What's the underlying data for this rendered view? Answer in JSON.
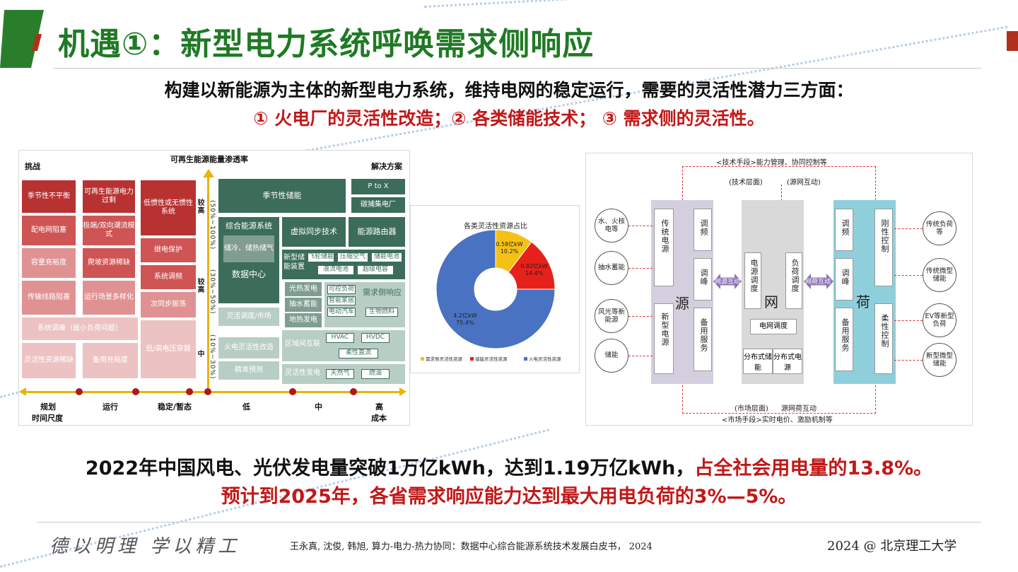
{
  "header": {
    "title": "机遇①：新型电力系统呼唤需求侧响应"
  },
  "intro": {
    "line1": "构建以新能源为主体的新型电力系统，维持电网的稳定运行，需要的灵活性潜力三方面：",
    "line2": "① 火电厂的灵活性改造；② 各类储能技术；  ③ 需求侧的灵活性。"
  },
  "left_figure": {
    "title": "可再生能源能量渗透率",
    "challenges_label": "挑战",
    "solutions_label": "解决方案",
    "tiers": {
      "high": "较高",
      "high_range": "(50%~100%)",
      "mid": "较高",
      "mid_range": "(30%~50%)",
      "low": "中",
      "low_range": "(10%~30%)"
    },
    "col1": [
      "季节性不平衡",
      "配电网阻塞",
      "容量充裕度",
      "传输线路阻塞"
    ],
    "col2": [
      "可再生能源电力过剩",
      "极端/双向潮流模式",
      "爬坡资源稀缺",
      "运行场景多样化"
    ],
    "col3": [
      "低惯性或无惯性系统",
      "继电保护",
      "系统调频",
      "次同步振荡"
    ],
    "wide1": "系统调峰（最小负荷问题）",
    "wide2": "低/高电压穿越",
    "col1b": "灵活性资源稀缺",
    "col2b": "备用充裕度",
    "sol": {
      "seasonal": "季节性储能",
      "ptox": "P to X",
      "carbon": "碳捕集电厂",
      "ies": "综合能源系统",
      "ies_sub": "储冷、储热储气",
      "dc": "数据中心",
      "vsync": "虚拟同步技术",
      "router": "能源路由器",
      "newstorage": "新型储能装置",
      "ns_items": [
        "飞轮储能",
        "压缩空气",
        "储能电池",
        "液流电池",
        "超级电容"
      ],
      "pv": "光热发电",
      "hydro": "抽水蓄能",
      "geo": "地热发电",
      "dr_items": [
        "可控负荷",
        "智能家居",
        "电动汽车",
        "生物燃料"
      ],
      "dr": "需求侧响应",
      "flexdispatch": "灵活调度/市场",
      "hvac": "HVAC",
      "hvdc": "HVDC",
      "fleximprove": "火电灵活性改造",
      "regional": "区域间互联",
      "controllable": "柔性直流",
      "forecast": "精准预测",
      "flexgen": "灵活性发电",
      "gas": "天然气",
      "hydro2": "燃油"
    },
    "axis_x": [
      "规划",
      "运行",
      "稳定/暂态",
      "低",
      "中",
      "高"
    ],
    "axis_x_bottom": [
      "时间尺度",
      "成本"
    ]
  },
  "pie_figure": {
    "title": "各类灵活性资源占比"
  },
  "chart_data": {
    "type": "pie",
    "title": "各类灵活性资源占比",
    "categories": [
      "需求侧灵活性资源",
      "储能灵活性资源",
      "火电灵活性资源"
    ],
    "values": [
      0.58,
      0.82,
      4.2
    ],
    "labels": [
      "0.58亿kW\n10.2%",
      "0.82亿kW\n14.4%",
      "4.2亿kW\n75.4%"
    ],
    "colors": [
      "#f5c116",
      "#e6211c",
      "#4a72c2"
    ],
    "donut": true
  },
  "right_figure": {
    "top_label": "<技术手段>能力管理、协同控制等",
    "tech_layer": "(技术层面)",
    "grid_interaction": "(源网互动)",
    "bottom_label": "<市场手段>实时电价、激励机制等",
    "market_layer": "(市场层面)",
    "grid_load": "源网荷互动",
    "left_items": [
      "水、火核电等",
      "抽水蓄能",
      "风光等新能源",
      "储能"
    ],
    "right_items": [
      "传统负荷等",
      "传统微型储能",
      "EV等新型负荷",
      "新型微型储能"
    ],
    "source": "源",
    "grid": "网",
    "load": "荷",
    "src_top": "传统电源",
    "src_bot": "新型电源",
    "src_r1": "调频",
    "src_r2": "调峰",
    "src_r3": "备用服务",
    "grid_l": "电源调度",
    "grid_r": "负荷调度",
    "grid_box": "电网调度",
    "grid_b1": "分布式储能",
    "grid_b2": "分布式电源",
    "load_l1": "调频",
    "load_l2": "调峰",
    "load_l3": "备用服务",
    "load_r1": "刚性控制",
    "load_r2": "柔性控制",
    "arrow1": "网源互动",
    "arrow2": "网荷互动"
  },
  "stats": {
    "line1_black": "2022年中国风电、光伏发电量突破1万亿kWh，达到1.19万亿kWh，",
    "line1_red": "占全社会用电量的13.8%。",
    "line2": "预计到2025年，各省需求响应能力达到最大用电负荷的3%—5%。"
  },
  "footer": {
    "motto": "德以明理  学以精工",
    "citation": "王永真, 沈俊, 韩旭, 算力-电力-热力协同：数据中心综合能源系统技术发展白皮书， 2024",
    "copyright": "2024 @ 北京理工大学"
  }
}
